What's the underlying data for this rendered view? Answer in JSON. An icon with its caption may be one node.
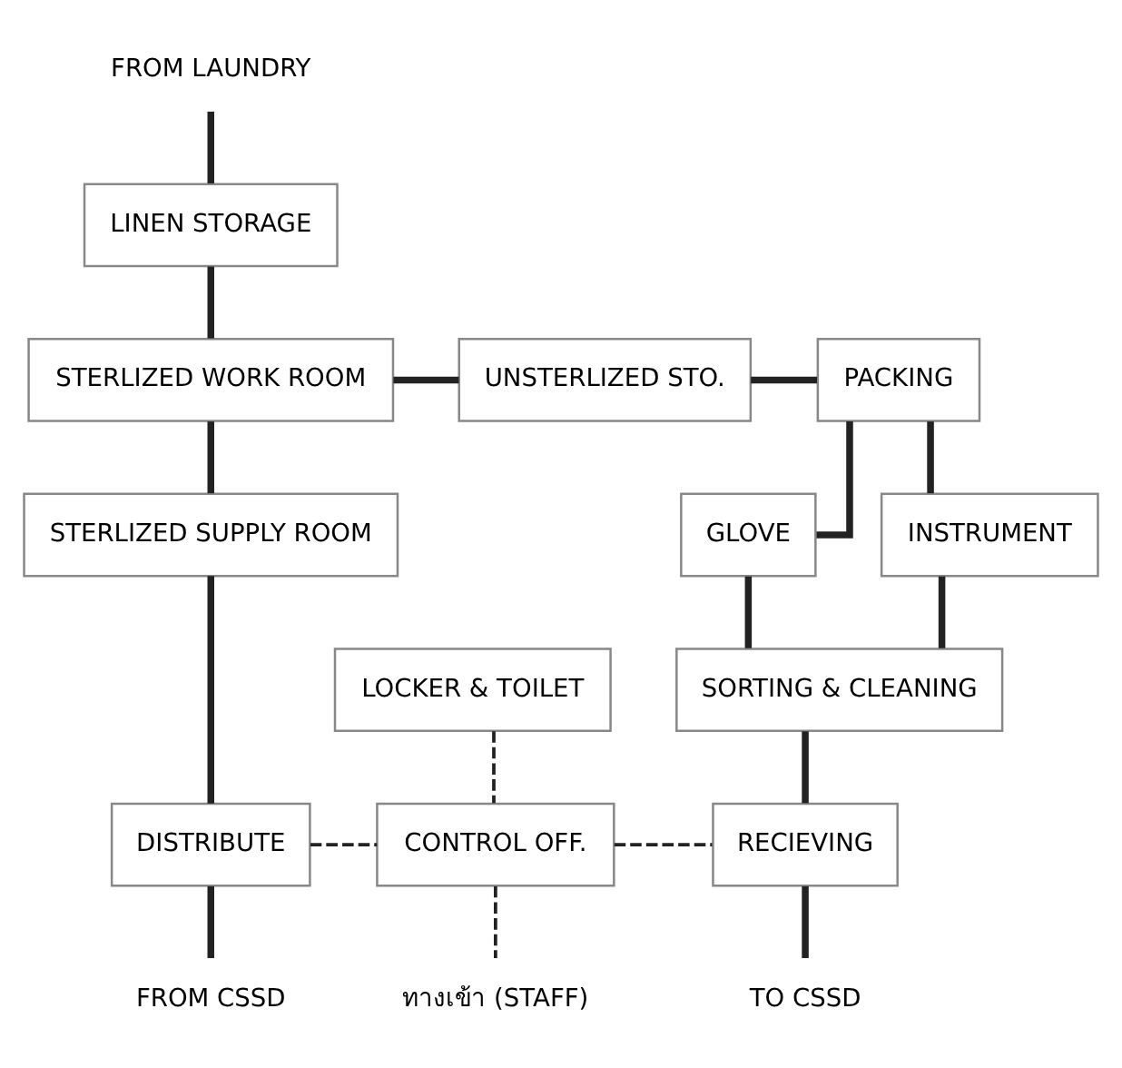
{
  "diagram": {
    "nodes": [
      {
        "text": [
          "FROM LAUNDRY"
        ]
      },
      {
        "text": [
          "LINEN STORAGE"
        ]
      },
      {
        "text": [
          "STERLIZED WORK ROOM"
        ]
      },
      {
        "text": [
          "UNSTERLIZED STO."
        ]
      },
      {
        "text": [
          "PACKING"
        ]
      },
      {
        "text": [
          "STERLIZED SUPPLY ROOM"
        ]
      },
      {
        "text": [
          "GLOVE"
        ]
      },
      {
        "text": [
          "INSTRUMENT"
        ]
      },
      {
        "text": [
          "LOCKER & TOILET"
        ]
      },
      {
        "text": [
          "SORTING & CLEANING"
        ]
      },
      {
        "text": [
          "DISTRIBUTE"
        ]
      },
      {
        "text": [
          "CONTROL OFF."
        ]
      },
      {
        "text": [
          "RECIEVING"
        ]
      },
      {
        "text": [
          "FROM CSSD"
        ]
      },
      {
        "text": [
          "ทางเข้า (STAFF)"
        ]
      },
      {
        "text": [
          "TO CSSD"
        ]
      }
    ],
    "edges": [
      {
        "from": 0,
        "to": 1,
        "arrow": "none"
      },
      {
        "from": 1,
        "to": 2,
        "arrow": "none"
      },
      {
        "from": 2,
        "to": 3,
        "arrow": "none"
      },
      {
        "from": 3,
        "to": 4,
        "arrow": "none"
      },
      {
        "from": 2,
        "to": 5,
        "arrow": "none"
      },
      {
        "from": 4,
        "to": 6,
        "arrow": "none"
      },
      {
        "from": 4,
        "to": 7,
        "arrow": "none"
      },
      {
        "from": 6,
        "to": 9,
        "arrow": "none"
      },
      {
        "from": 7,
        "to": 9,
        "arrow": "none"
      },
      {
        "from": 9,
        "to": 12,
        "arrow": "none"
      },
      {
        "from": 8,
        "to": 11,
        "arrow": "none",
        "style": "dashed"
      },
      {
        "from": 5,
        "to": 10,
        "arrow": "none"
      },
      {
        "from": 10,
        "to": 11,
        "arrow": "none",
        "style": "dashed"
      },
      {
        "from": 11,
        "to": 12,
        "arrow": "none",
        "style": "dashed"
      },
      {
        "from": 10,
        "to": 13,
        "arrow": "none"
      },
      {
        "from": 11,
        "to": 14,
        "arrow": "none",
        "style": "dashed"
      },
      {
        "from": 12,
        "to": 15,
        "arrow": "none"
      }
    ]
  }
}
